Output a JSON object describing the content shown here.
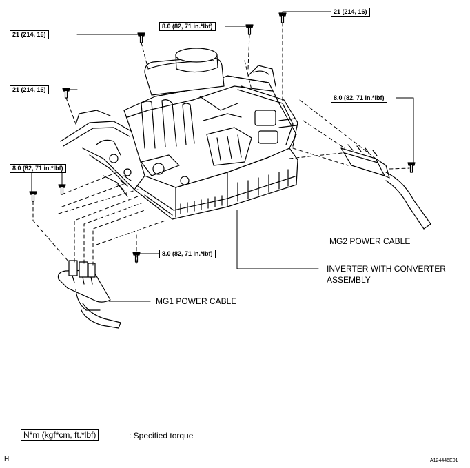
{
  "torque_labels": {
    "t1": "21 (214, 16)",
    "t2": "8.0 (82, 71 in.*lbf)",
    "t3": "21 (214, 16)",
    "t4": "21 (214, 16)",
    "t5": "8.0 (82, 71 in.*lbf)",
    "t6": "8.0 (82, 71 in.*lbf)",
    "t7": "8.0 (82, 71 in.*lbf)"
  },
  "part_labels": {
    "mg2_power_cable": "MG2 POWER CABLE",
    "inverter_line1": "INVERTER WITH CONVERTER",
    "inverter_line2": "ASSEMBLY",
    "mg1_power_cable": "MG1 POWER CABLE"
  },
  "legend": {
    "unit_box": "N*m (kgf*cm, ft.*lbf)",
    "unit_desc": ": Specified torque"
  },
  "footer": {
    "left_mark": "H",
    "figure_id": "A124446E01"
  }
}
